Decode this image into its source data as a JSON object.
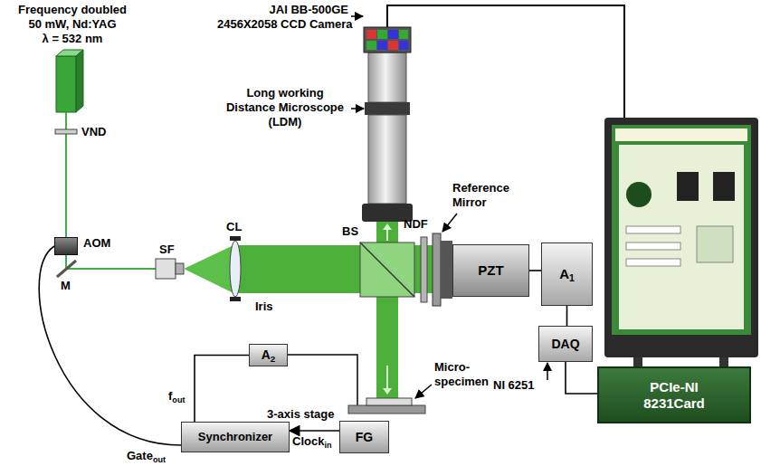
{
  "diagram": {
    "nodes": [
      {
        "text": [
          "AOM"
        ]
      },
      {
        "text": [
          "PZT"
        ]
      },
      {
        "text": [
          "A1"
        ]
      },
      {
        "text": [
          "DAQ"
        ]
      },
      {
        "text": [
          "A2"
        ]
      },
      {
        "text": [
          "Synchronizer"
        ]
      },
      {
        "text": [
          "FG"
        ]
      },
      {
        "text": [
          "PCIe-NI 8231Card"
        ]
      }
    ],
    "edges": [
      {
        "from": 0,
        "to": 5,
        "arrow": "none"
      },
      {
        "from": 5,
        "to": 4,
        "arrow": "none"
      },
      {
        "from": 6,
        "to": 5,
        "arrow": "to"
      },
      {
        "from": 1,
        "to": 2,
        "arrow": "none"
      },
      {
        "from": 2,
        "to": 3,
        "arrow": "none"
      },
      {
        "from": 3,
        "to": 7,
        "arrow": "none"
      }
    ],
    "labels": [
      "Frequency doubled 50 mW, Nd:YAG λ = 532 nm",
      "VND",
      "M",
      "SF",
      "CL",
      "Iris",
      "JAI BB-500GE 2456X2058 CCD Camera",
      "Long working Distance Microscope (LDM)",
      "BS",
      "NDF",
      "Reference Mirror",
      "Micro-specimen",
      "3-axis stage",
      "NI 6251",
      "fout",
      "Gateout",
      "Clockin"
    ]
  }
}
